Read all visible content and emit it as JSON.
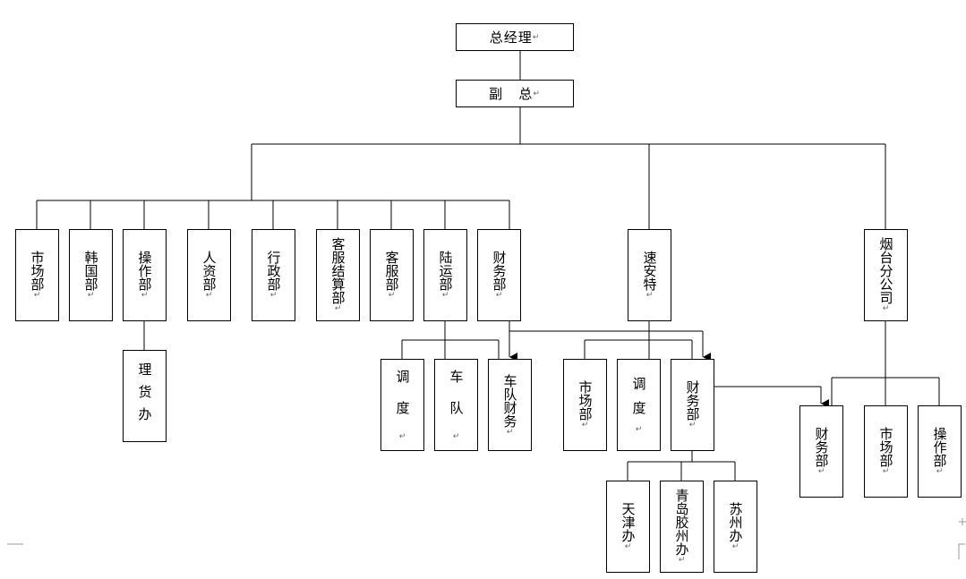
{
  "chart": {
    "root": "总经理",
    "deputy": "副   总",
    "branches": {
      "main_departments": [
        "市场部",
        "韩国部",
        "操作部",
        "人资部",
        "行政部",
        "客服结算部",
        "客服部",
        "陆运部",
        "财务部"
      ],
      "operations_sub": "理货办",
      "land_transport_sub": [
        "调度",
        "车队",
        "车队财务"
      ],
      "express": "速安特",
      "express_sub": [
        "市场部",
        "调度",
        "财务部"
      ],
      "express_finance_sub": [
        "天津办",
        "青岛胶州办",
        "苏州办"
      ],
      "yantai": "烟台分公司",
      "yantai_sub": [
        "财务部",
        "市场部",
        "操作部"
      ]
    },
    "return_mark": "↵"
  }
}
